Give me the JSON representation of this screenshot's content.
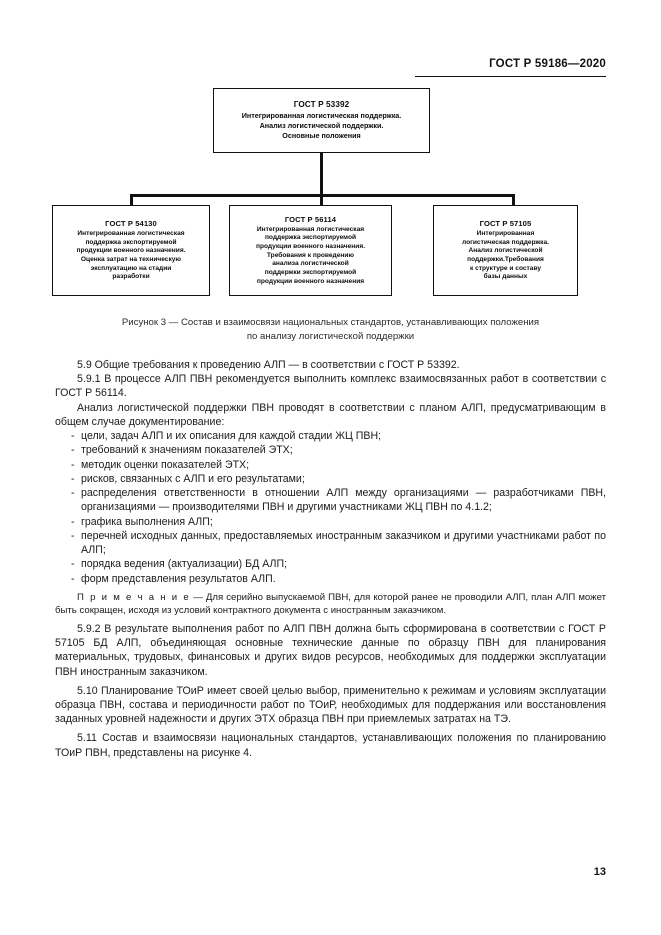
{
  "header": {
    "standard_title": "ГОСТ Р 59186—2020"
  },
  "diagram": {
    "root": {
      "code": "ГОСТ Р 53392",
      "description": "Интегрированная логистическая поддержка.\nАнализ  логистической поддержки.\nОсновные положения"
    },
    "children": [
      {
        "code": "ГОСТ Р 54130",
        "description": "Интегрированная логистическая\nподдержка экспортируемой\nпродукции военного назначения.\nОценка затрат на техническую\nэксплуатацию на стадии\nразработки"
      },
      {
        "code": "ГОСТ Р 56114",
        "description": "Интегрированная логистическая\nподдержка экспортируемой\nпродукции военного назначения.\nТребования к проведению\nанализа логистической\nподдержки экспортируемой\nпродукции военного назначения"
      },
      {
        "code": "ГОСТ Р 57105",
        "description": "Интегрированная\nлогистическая поддержка.\nАнализ  логистической\nподдержки.Требования\nк структуре и составу\nбазы данных"
      }
    ]
  },
  "figure": {
    "caption_line_1": "Рисунок 3 — Состав и взаимосвязи национальных стандартов, устанавливающих положения",
    "caption_line_2": "по анализу логистической поддержки"
  },
  "body": {
    "p_5_9": "5.9 Общие требования к проведению АЛП — в соответствии с ГОСТ Р 53392.",
    "p_5_9_1": "5.9.1 В процессе АЛП ПВН рекомендуется выполнить комплекс взаимосвязанных работ в соответствии с ГОСТ Р 56114.",
    "p_analysis_intro": "Анализ логистической поддержки ПВН проводят в соответствии с планом АЛП, предусматривающим в общем случае документирование:",
    "bullets": [
      "цели, задач АЛП и их описания для каждой стадии ЖЦ ПВН;",
      "требований к значениям показателей ЭТХ;",
      "методик оценки показателей ЭТХ;",
      "рисков, связанных с АЛП и его результатами;",
      "распределения ответственности в отношении АЛП между организациями — разработчиками ПВН, организациями — производителями ПВН и другими участниками ЖЦ ПВН по 4.1.2;",
      "графика выполнения АЛП;",
      "перечней исходных данных, предоставляемых иностранным заказчиком и другими участниками работ по АЛП;",
      "порядка ведения (актуализации) БД АЛП;",
      "форм представления результатов АЛП."
    ],
    "note_label": "П р и м е ч а н и е",
    "note_text": "— Для серийно выпускаемой ПВН, для которой ранее не проводили АЛП, план АЛП может быть сокращен, исходя из условий контрактного документа с иностранным заказчиком.",
    "p_5_9_2": "5.9.2 В результате выполнения работ по АЛП ПВН должна быть сформирована в соответствии с ГОСТ Р 57105 БД АЛП, объединяющая основные технические данные по образцу ПВН для планирования материальных, трудовых, финансовых и других видов ресурсов, необходимых для поддержки эксплуатации ПВН иностранным заказчиком.",
    "p_5_10": "5.10 Планирование ТОиР имеет своей целью выбор, применительно к режимам и условиям эксплуатации образца ПВН, состава и периодичности работ по ТОиР, необходимых для поддержания или восстановления заданных уровней надежности и других ЭТХ образца ПВН при приемлемых затратах на ТЭ.",
    "p_5_11": "5.11 Состав и взаимосвязи национальных стандартов, устанавливающих положения по планированию ТОиР ПВН, представлены на рисунке 4."
  },
  "footer": {
    "page_number": "13"
  }
}
